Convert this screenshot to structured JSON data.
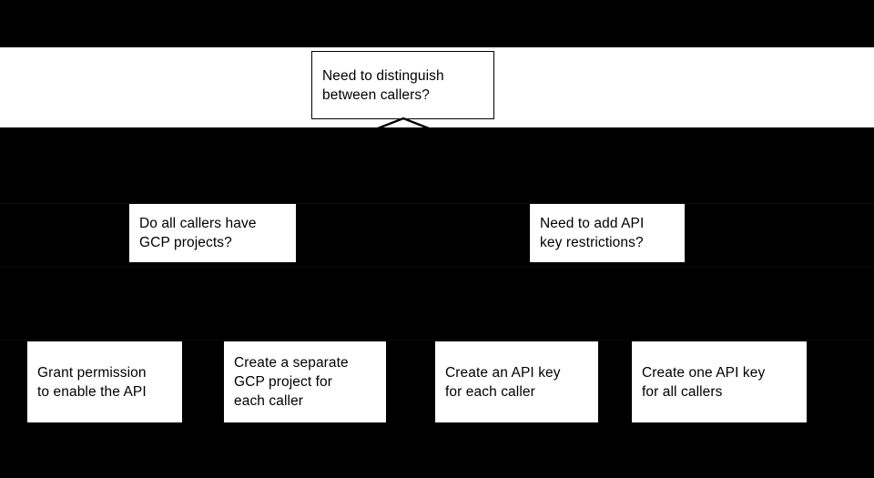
{
  "diagram": {
    "type": "decision-flowchart",
    "background_color": "#000000",
    "node_fill_color": "#ffffff",
    "node_text_color": "#000000",
    "band_color": "#ffffff",
    "root": {
      "id": "root",
      "name": "need-to-distinguish-between-callers",
      "text": "Need to distinguish\nbetween callers?",
      "shape": "rectangle",
      "bordered": true
    },
    "decisions": [
      {
        "id": "decision-gcp-projects",
        "name": "do-all-callers-have-gcp-projects",
        "text": "Do all callers have\nGCP projects?",
        "shape": "rectangle",
        "bordered": false
      },
      {
        "id": "decision-api-key-restrictions",
        "name": "need-to-add-api-key-restrictions",
        "text": "Need to add API\nkey restrictions?",
        "shape": "rectangle",
        "bordered": false
      }
    ],
    "outcomes": [
      {
        "id": "outcome-grant-permission",
        "name": "grant-permission-to-enable-the-api",
        "text": "Grant permission\nto enable the API",
        "shape": "rectangle",
        "bordered": false
      },
      {
        "id": "outcome-separate-project",
        "name": "create-a-separate-gcp-project-for-each-caller",
        "text": "Create a separate\nGCP project for\neach caller",
        "shape": "rectangle",
        "bordered": false
      },
      {
        "id": "outcome-key-per-caller",
        "name": "create-an-api-key-for-each-caller",
        "text": "Create an API key\nfor each caller",
        "shape": "rectangle",
        "bordered": false
      },
      {
        "id": "outcome-one-key-all",
        "name": "create-one-api-key-for-all-callers",
        "text": "Create one API key\nfor all callers",
        "shape": "rectangle",
        "bordered": false
      }
    ],
    "connectors": [
      {
        "id": "arrow-root-down",
        "name": "arrowhead-below-root",
        "glyph": "chevron-up",
        "color": "#000000"
      }
    ]
  }
}
